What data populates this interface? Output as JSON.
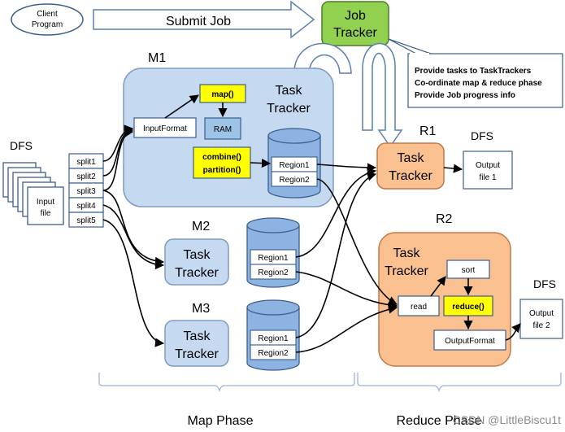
{
  "client": {
    "line1": "Client",
    "line2": "Program"
  },
  "submit_job": "Submit Job",
  "job_tracker": {
    "line1": "Job",
    "line2": "Tracker"
  },
  "notes": [
    "Provide tasks to TaskTrackers",
    "Co-ordinate map & reduce phase",
    "Provide Job progress info"
  ],
  "dfs_label": "DFS",
  "input_file": {
    "line1": "Input",
    "line2": "file"
  },
  "splits": [
    "split1",
    "split2",
    "split3",
    "split4",
    "split5"
  ],
  "task_tracker": {
    "line1": "Task",
    "line2": "Tracker"
  },
  "m1": {
    "title": "M1",
    "input_format": "InputFormat",
    "map": "map()",
    "ram": "RAM",
    "combine": "combine()",
    "partition": "partition()",
    "regions": [
      "Region1",
      "Region2"
    ]
  },
  "m2": {
    "title": "M2",
    "regions": [
      "Region1",
      "Region2"
    ]
  },
  "m3": {
    "title": "M3",
    "regions": [
      "Region1",
      "Region2"
    ]
  },
  "r1": {
    "title": "R1",
    "output": {
      "line1": "Output",
      "line2": "file 1"
    }
  },
  "r2": {
    "title": "R2",
    "read": "read",
    "sort": "sort",
    "reduce": "reduce()",
    "output_format": "OutputFormat",
    "output": {
      "line1": "Output",
      "line2": "file 2"
    }
  },
  "map_phase": "Map Phase",
  "reduce_phase": "Reduce Phase",
  "watermark": "CSDN @LittleBiscu1t",
  "colors": {
    "tracker_blue": "#c5d9f1",
    "disk_blue": "#8db3e2",
    "ram_blue": "#9dc3e6",
    "highlight_yellow": "#ffff00",
    "job_green": "#92d050",
    "reduce_orange": "#fac090"
  }
}
